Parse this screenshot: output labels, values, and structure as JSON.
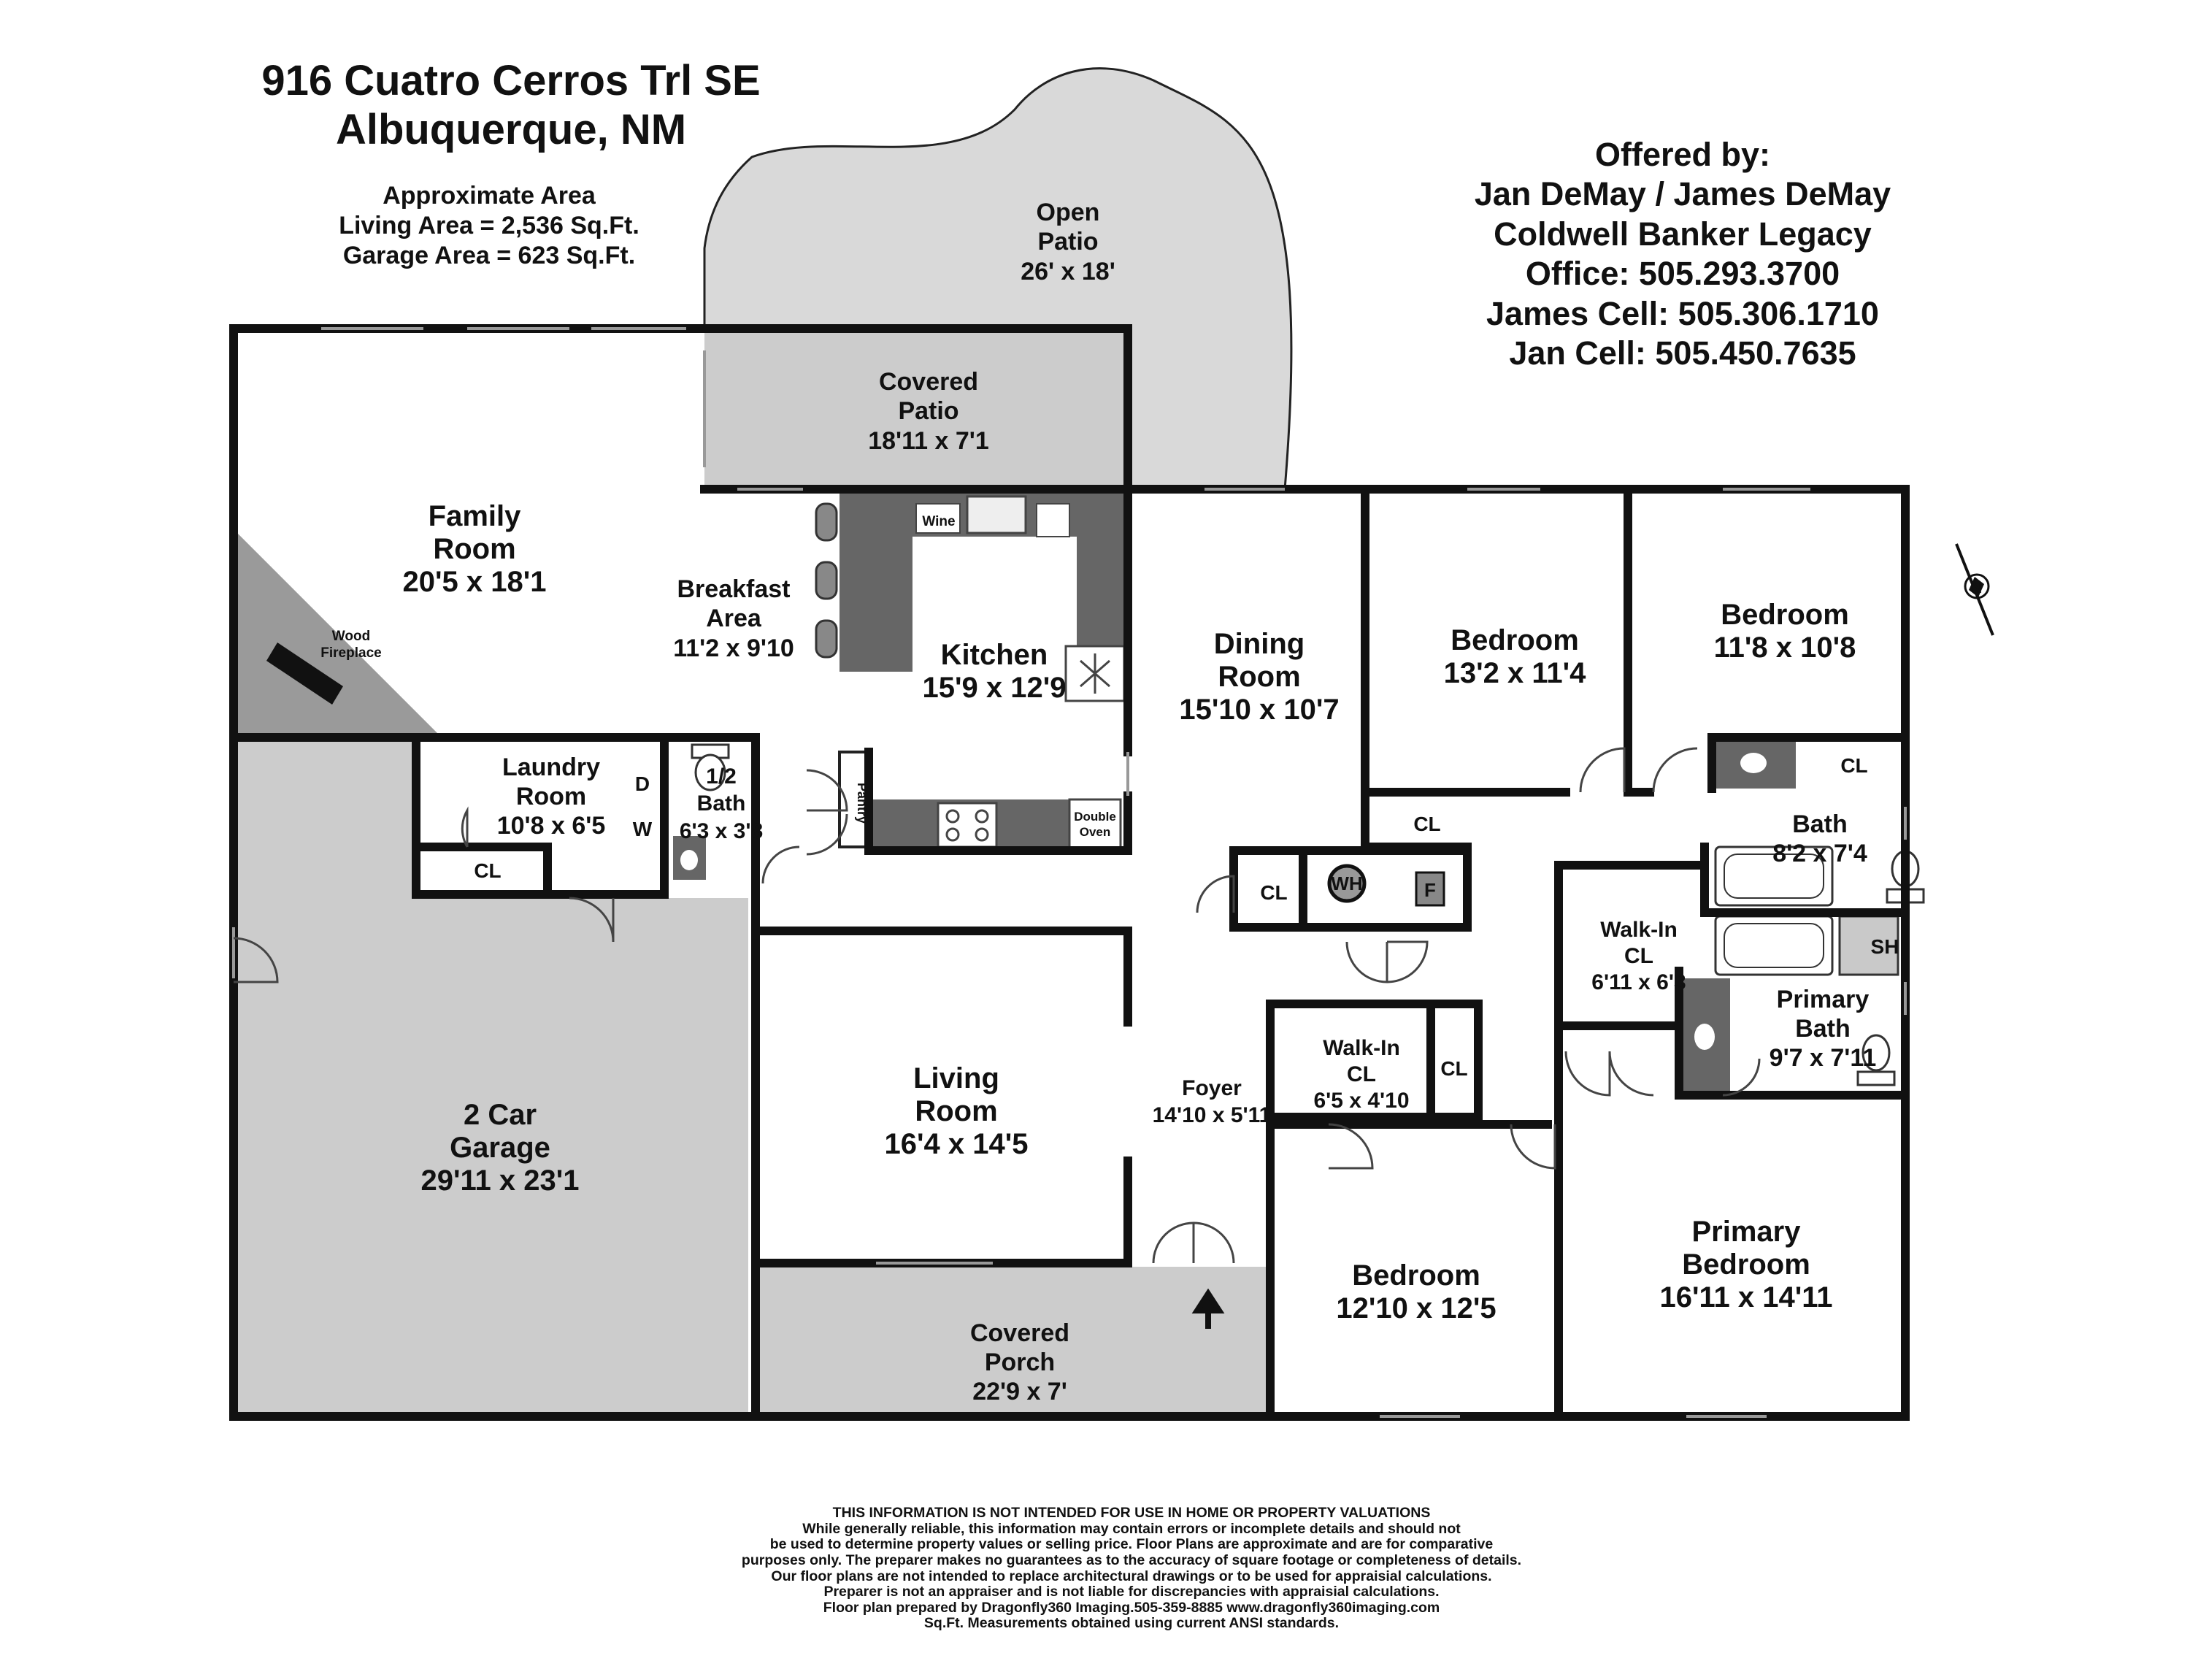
{
  "header": {
    "address_line1": "916 Cuatro Cerros Trl SE",
    "address_line2": "Albuquerque, NM",
    "area_title": "Approximate Area",
    "living_area": "Living Area = 2,536 Sq.Ft.",
    "garage_area": "Garage Area = 623 Sq.Ft."
  },
  "offered_by": {
    "title": "Offered by:",
    "agents": "Jan DeMay / James DeMay",
    "brokerage": "Coldwell Banker Legacy",
    "office": "Office: 505.293.3700",
    "james_cell": "James Cell: 505.306.1710",
    "jan_cell": "Jan Cell: 505.450.7635"
  },
  "rooms": {
    "open_patio": {
      "name1": "Open",
      "name2": "Patio",
      "dims": "26' x 18'"
    },
    "covered_patio": {
      "name1": "Covered",
      "name2": "Patio",
      "dims": "18'11 x 7'1"
    },
    "family_room": {
      "name1": "Family",
      "name2": "Room",
      "dims": "20'5 x 18'1"
    },
    "breakfast_area": {
      "name1": "Breakfast",
      "name2": "Area",
      "dims": "11'2 x 9'10"
    },
    "kitchen": {
      "name1": "Kitchen",
      "dims": "15'9 x 12'9"
    },
    "dining_room": {
      "name1": "Dining",
      "name2": "Room",
      "dims": "15'10 x 10'7"
    },
    "bedroom_2": {
      "name1": "Bedroom",
      "dims": "13'2 x 11'4"
    },
    "bedroom_3": {
      "name1": "Bedroom",
      "dims": "11'8 x 10'8"
    },
    "laundry_room": {
      "name1": "Laundry",
      "name2": "Room",
      "dims": "10'8 x 6'5"
    },
    "half_bath": {
      "name1": "1/2",
      "name2": "Bath",
      "dims": "6'3 x 3'8"
    },
    "bath": {
      "name1": "Bath",
      "dims": "8'2 x 7'4"
    },
    "walk_in_cl_1": {
      "name1": "Walk-In",
      "name2": "CL",
      "dims": "6'11 x 6'3"
    },
    "primary_bath": {
      "name1": "Primary",
      "name2": "Bath",
      "dims": "9'7 x 7'11"
    },
    "garage": {
      "name1": "2 Car",
      "name2": "Garage",
      "dims": "29'11 x 23'1"
    },
    "living_room": {
      "name1": "Living",
      "name2": "Room",
      "dims": "16'4 x 14'5"
    },
    "foyer": {
      "name1": "Foyer",
      "dims": "14'10 x 5'11"
    },
    "walk_in_cl_2": {
      "name1": "Walk-In",
      "name2": "CL",
      "dims": "6'5 x 4'10"
    },
    "bedroom_4": {
      "name1": "Bedroom",
      "dims": "12'10 x 12'5"
    },
    "primary_bedroom": {
      "name1": "Primary",
      "name2": "Bedroom",
      "dims": "16'11 x 14'11"
    },
    "covered_porch": {
      "name1": "Covered",
      "name2": "Porch",
      "dims": "22'9 x 7'"
    }
  },
  "small_labels": {
    "wood_fireplace_1": "Wood",
    "wood_fireplace_2": "Fireplace",
    "wine": "Wine",
    "pantry": "Pantry",
    "double_oven_1": "Double",
    "double_oven_2": "Oven",
    "washer": "W",
    "dryer": "D",
    "closet": "CL",
    "water_heater": "WH",
    "furnace": "F",
    "shower": "SH",
    "north": "N"
  },
  "disclaimer": [
    "THIS INFORMATION IS NOT INTENDED FOR USE IN HOME OR PROPERTY VALUATIONS",
    "While generally reliable, this information may contain errors or incomplete details and should not",
    "be used to determine property values or selling price. Floor Plans are approximate and are for comparative",
    "purposes only. The preparer makes no guarantees as to the accuracy of square footage or completeness of details.",
    "Our floor plans are not intended to replace architectural drawings or to be used for appraisial calculations.",
    "Preparer is not an appraiser and is not liable for discrepancies with appraisial calculations.",
    "Floor plan prepared by Dragonfly360 Imaging.505-359-8885  www.dragonfly360imaging.com",
    "Sq.Ft. Measurements obtained using current ANSI standards."
  ],
  "colors": {
    "wall": "#111111",
    "garage_fill": "#cccccc",
    "patio_fill": "#d9d9d9",
    "counter_fill": "#666666"
  }
}
